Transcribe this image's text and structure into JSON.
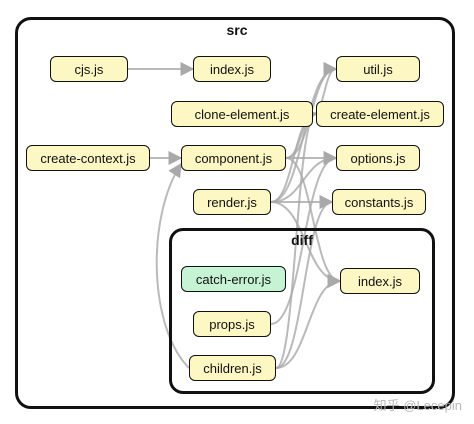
{
  "clusters": {
    "outer": {
      "label": "src"
    },
    "inner": {
      "label": "diff"
    }
  },
  "nodes": [
    {
      "id": "cjs",
      "label": "cjs.js",
      "style": "yellow"
    },
    {
      "id": "index_src",
      "label": "index.js",
      "style": "yellow"
    },
    {
      "id": "util",
      "label": "util.js",
      "style": "yellow"
    },
    {
      "id": "clone",
      "label": "clone-element.js",
      "style": "yellow"
    },
    {
      "id": "create_el",
      "label": "create-element.js",
      "style": "yellow"
    },
    {
      "id": "create_ctx",
      "label": "create-context.js",
      "style": "yellow"
    },
    {
      "id": "component",
      "label": "component.js",
      "style": "yellow"
    },
    {
      "id": "options",
      "label": "options.js",
      "style": "yellow"
    },
    {
      "id": "render",
      "label": "render.js",
      "style": "yellow"
    },
    {
      "id": "constants",
      "label": "constants.js",
      "style": "yellow"
    },
    {
      "id": "catch_error",
      "label": "catch-error.js",
      "style": "green"
    },
    {
      "id": "index_diff",
      "label": "index.js",
      "style": "yellow"
    },
    {
      "id": "props",
      "label": "props.js",
      "style": "yellow"
    },
    {
      "id": "children",
      "label": "children.js",
      "style": "yellow"
    }
  ],
  "edges": [
    {
      "from": "cjs",
      "to": "index_src"
    },
    {
      "from": "clone",
      "to": "create_el"
    },
    {
      "from": "clone",
      "to": "util"
    },
    {
      "from": "create_ctx",
      "to": "component"
    },
    {
      "from": "component",
      "to": "create_el"
    },
    {
      "from": "component",
      "to": "options"
    },
    {
      "from": "component",
      "to": "util"
    },
    {
      "from": "component",
      "to": "index_diff"
    },
    {
      "from": "render",
      "to": "create_el"
    },
    {
      "from": "render",
      "to": "options"
    },
    {
      "from": "render",
      "to": "constants"
    },
    {
      "from": "render",
      "to": "util"
    },
    {
      "from": "render",
      "to": "index_diff"
    },
    {
      "from": "props",
      "to": "options"
    },
    {
      "from": "children",
      "to": "constants"
    },
    {
      "from": "children",
      "to": "create_el"
    },
    {
      "from": "children",
      "to": "index_diff"
    },
    {
      "from": "children",
      "to": "component"
    }
  ],
  "watermark": "知乎 @Lecepin"
}
